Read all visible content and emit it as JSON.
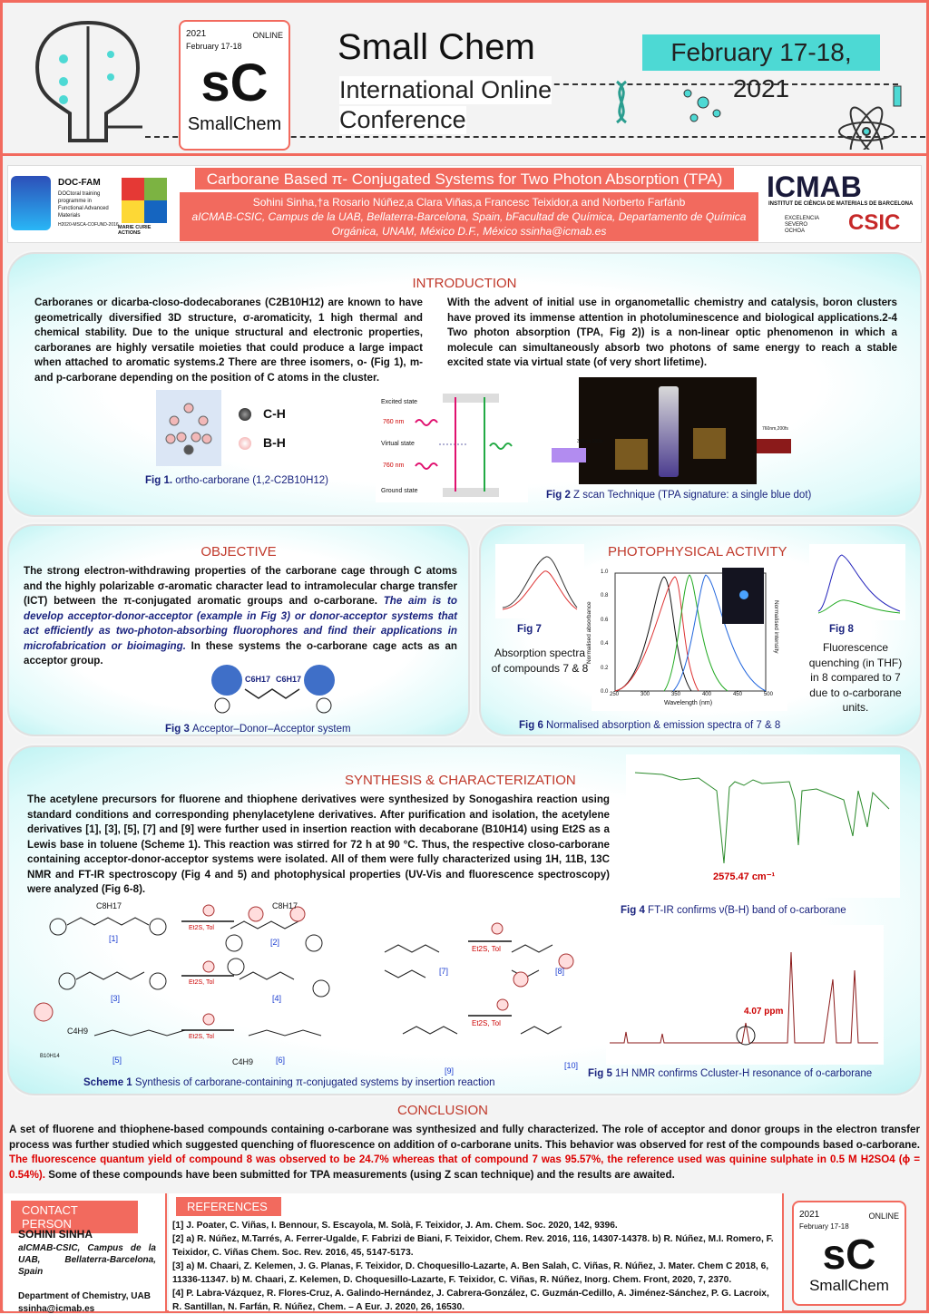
{
  "header": {
    "logo_year": "2021",
    "logo_online": "ONLINE",
    "logo_date": "February 17-18",
    "logo_mark": "sC",
    "logo_name": "SmallChem",
    "conf_title": "Small Chem",
    "conf_sub1": "International Online",
    "conf_sub2": "Conference",
    "date": "February 17-18, 2021"
  },
  "band": {
    "docfam": "DOC-FAM",
    "docfam_sub": "DOCtoral training programme in Functional Advanced Materials",
    "docfam_code": "H2020-MSCA-COFUND-2016",
    "marie_curie": "MARIE CURIE ACTIONS",
    "title": "Carborane Based π- Conjugated Systems for Two Photon Absorption (TPA)",
    "authors": "Sohini Sinha,†a Rosario Núñez,a Clara Viñas,a Francesc Teixidor,a and Norberto Farfánb",
    "affil": "aICMAB-CSIC, Campus de la UAB, Bellaterra-Barcelona, Spain, bFacultad de Química, Departamento de Química Orgánica, UNAM, México D.F., México ssinha@icmab.es",
    "icmab": "ICMAB",
    "icmab_sub": "INSTITUT DE CIÈNCIA DE MATERIALS DE BARCELONA",
    "severo": "EXCELENCIA SEVERO OCHOA",
    "csic": "CSIC"
  },
  "intro": {
    "heading": "INTRODUCTION",
    "left": "Carboranes or dicarba-closo-dodecaboranes (C2B10H12) are known to have geometrically diversified 3D structure, σ-aromaticity, 1 high thermal and chemical stability. Due to the unique structural and electronic properties, carboranes are highly versatile moieties that could produce a large impact when attached to aromatic systems.2 There are three isomers, o- (Fig 1), m- and p-carborane depending on the position of C atoms in the cluster.",
    "right": "With the advent of initial use in organometallic chemistry and catalysis, boron clusters have proved its immense attention in photoluminescence and biological applications.2-4 Two photon absorption (TPA, Fig 2)) is a non-linear optic phenomenon in which a molecule can simultaneously absorb two photons of same energy to reach a stable excited state via virtual state (of very short lifetime).",
    "legend_ch": "C-H",
    "legend_bh": "B-H",
    "fig1_label": "Fig 1.",
    "fig1_text": "ortho-carborane (1,2-C2B10H12)",
    "tpa_excited": "Excited state",
    "tpa_virtual": "Virtual state",
    "tpa_ground": "Ground state",
    "tpa_760a": "760 nm",
    "tpa_760b": "760 nm",
    "fig2_label": "Fig 2",
    "fig2_text": "Z scan Technique (TPA signature: a single blue dot)",
    "photo_l": "380nm,200fs",
    "photo_r": "760nm,200fs"
  },
  "objective": {
    "heading": "OBJECTIVE",
    "text_a": "The strong electron-withdrawing properties of the carborane cage through C atoms and the highly polarizable σ-aromatic character lead to intramolecular charge transfer (ICT) between the π-conjugated aromatic groups and o-carborane. ",
    "text_b": "The aim is to develop acceptor-donor-acceptor (example in Fig 3) or donor-acceptor systems that act efficiently as two-photon-absorbing fluorophores and find their applications in microfabrication or bioimaging.",
    "text_c": " In these systems the o-carborane cage acts as an acceptor group.",
    "sub1": "C6H17",
    "sub2": "C6H17",
    "fig3_label": "Fig 3",
    "fig3_text": "Acceptor–Donor–Acceptor system"
  },
  "photo": {
    "heading": "PHOTOPHYSICAL ACTIVITY",
    "fig7_label": "Fig 7",
    "fig7_text": "Absorption spectra of compounds 7 & 8",
    "fig8_label": "Fig 8",
    "fig8_text": "Fluorescence quenching (in THF) in 8 compared to 7 due to o-carborane units.",
    "fig6_label": "Fig 6",
    "fig6_text": "Normalised absorption & emission spectra of 7 & 8",
    "ylabel": "Normalised absorbance",
    "y2label": "Normalised intensity",
    "xlabel": "Wavelength (nm)",
    "xticks": [
      "250",
      "300",
      "350",
      "400",
      "450",
      "500"
    ],
    "yticks": [
      "0.0",
      "0.2",
      "0.4",
      "0.6",
      "0.8",
      "1.0"
    ]
  },
  "synth": {
    "heading": "SYNTHESIS & CHARACTERIZATION",
    "text": "The acetylene precursors for fluorene and thiophene derivatives were synthesized by Sonogashira reaction using standard conditions and corresponding phenylacetylene derivatives. After purification and isolation, the acetylene derivatives [1], [3], [5], [7] and [9] were further used in insertion reaction with decaborane (B10H14) using Et2S as a Lewis base in toluene (Scheme 1). This reaction was stirred for 72 h at 90 °C. Thus, the respective closo-carborane containing acceptor-donor-acceptor systems were isolated. All of them were fully characterized using 1H, 11B, 13C NMR and FT-IR spectroscopy (Fig 4 and 5) and photophysical properties (UV-Vis and fluorescence spectroscopy) were analyzed (Fig 6-8).",
    "reagent": "Et2S, Tol",
    "labels": [
      "[1]",
      "[2]",
      "[3]",
      "[4]",
      "[5]",
      "[6]",
      "[7]",
      "[8]",
      "[9]",
      "[10]"
    ],
    "alkyl": "C8H17",
    "butyl": "C4H9",
    "b10": "B10H14",
    "ir_peak": "2575.47 cm⁻¹",
    "fig4_label": "Fig 4",
    "fig4_text": "FT-IR confirms ν(B-H) band of o-carborane",
    "nmr_peak": "4.07 ppm",
    "fig5_label": "Fig 5",
    "fig5_text": "1H NMR confirms Ccluster-H resonance of o-carborane",
    "scheme_label": "Scheme 1",
    "scheme_text": "Synthesis of carborane-containing π-conjugated systems by insertion reaction"
  },
  "conclusion": {
    "heading": "CONCLUSION",
    "text_a": "A set of fluorene and thiophene-based compounds containing o-carborane was synthesized and fully characterized. The role of acceptor and donor groups in the electron transfer process was further studied which suggested quenching of fluorescence on addition of o-carborane units. This behavior was observed for rest of the compounds based o-carborane. ",
    "text_b": "The fluorescence quantum yield of compound 8 was observed to be 24.7% whereas that of compound 7 was 95.57%, the reference used was quinine sulphate in 0.5 M H2SO4 (ϕ = 0.54%).",
    "text_c": " Some of these compounds have been submitted for TPA measurements (using Z scan technique) and the results are awaited."
  },
  "contact": {
    "heading": "CONTACT PERSON",
    "name": "SOHINI SINHA",
    "affil": "aICMAB-CSIC, Campus de la UAB, Bellaterra-Barcelona, Spain",
    "dept": "Department of Chemistry, UAB",
    "email": "ssinha@icmab.es"
  },
  "references": {
    "heading": "REFERENCES",
    "items": [
      "[1] J. Poater, C. Viñas, I. Bennour, S. Escayola, M. Solà, F. Teixidor, J. Am. Chem. Soc. 2020, 142, 9396.",
      "[2] a) R. Núñez, M.Tarrés, A. Ferrer-Ugalde, F. Fabrizi de Biani, F. Teixidor, Chem. Rev. 2016, 116, 14307-14378. b) R. Núñez, M.I. Romero, F. Teixidor, C. Viñas Chem. Soc. Rev. 2016, 45, 5147-5173.",
      "[3] a) M. Chaari, Z. Kelemen, J. G. Planas, F. Teixidor, D. Choquesillo-Lazarte, A. Ben Salah, C. Viñas, R. Núñez, J. Mater. Chem C 2018, 6, 11336-11347. b) M. Chaari, Z. Kelemen, D. Choquesillo-Lazarte, F. Teixidor, C. Viñas, R. Núñez, Inorg. Chem. Front, 2020, 7, 2370.",
      "[4] P. Labra-Vázquez, R. Flores-Cruz, A. Galindo-Hernández, J. Cabrera-González, C. Guzmán-Cedillo, A. Jiménez-Sánchez, P. G. Lacroix, R. Santillan, N. Farfán, R. Núñez, Chem. – A Eur. J. 2020, 26, 16530."
    ]
  },
  "colors": {
    "accent": "#f26a5e",
    "teal": "#4dd9d4",
    "heading": "#c0392b",
    "caption": "#1a237e"
  }
}
